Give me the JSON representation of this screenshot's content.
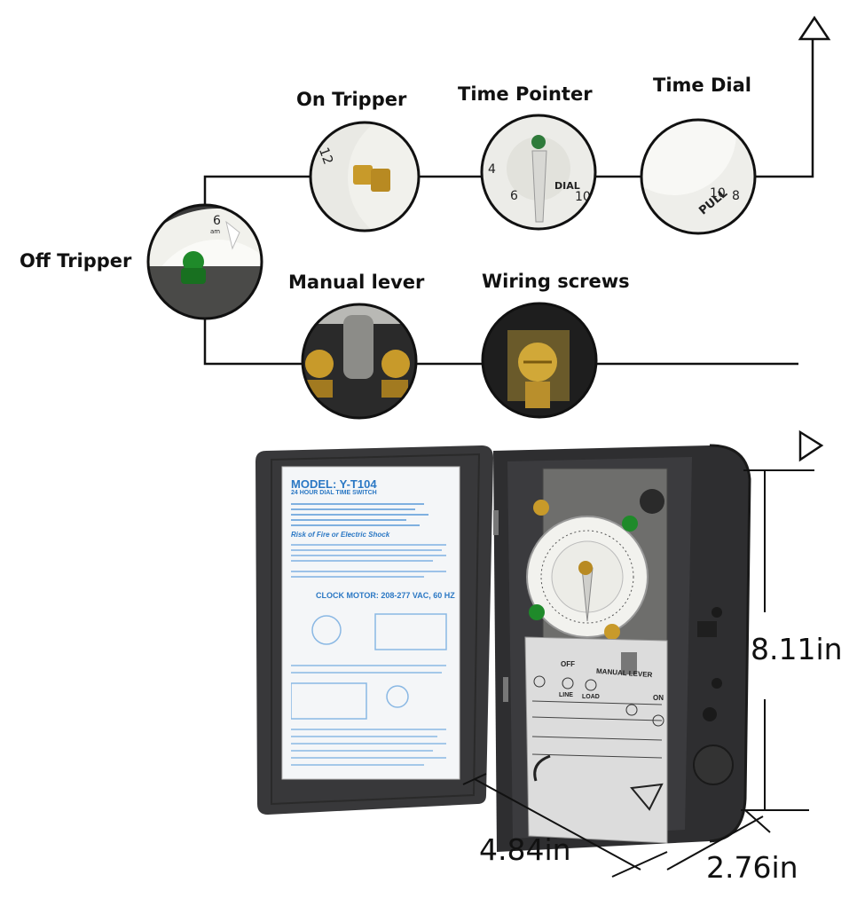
{
  "labels": {
    "off_tripper": "Off Tripper",
    "on_tripper": "On Tripper",
    "time_pointer": "Time Pointer",
    "time_dial": "Time Dial",
    "manual_lever": "Manual lever",
    "wiring_screws": "Wiring screws"
  },
  "dimensions": {
    "height": "8.11in",
    "width": "4.84in",
    "depth": "2.76in"
  },
  "instruction_card": {
    "model": "MODEL: Y-T104",
    "subtitle": "24 HOUR DIAL TIME SWITCH",
    "warning": "Risk of Fire or Electric Shock",
    "clock_motor": "CLOCK MOTOR: 208-277 VAC, 60 HZ"
  },
  "terminal_plate": {
    "off": "OFF",
    "manual_lever": "MANUAL LEVER",
    "on": "ON",
    "line": "LINE",
    "load": "LOAD"
  },
  "colors": {
    "line": "#111111",
    "enclosure": "#2e2e30",
    "card_text": "#2b78c4",
    "dial": "#f2f2ee",
    "tripper_green": "#1f8a2a",
    "tripper_gold": "#c89a2a"
  }
}
